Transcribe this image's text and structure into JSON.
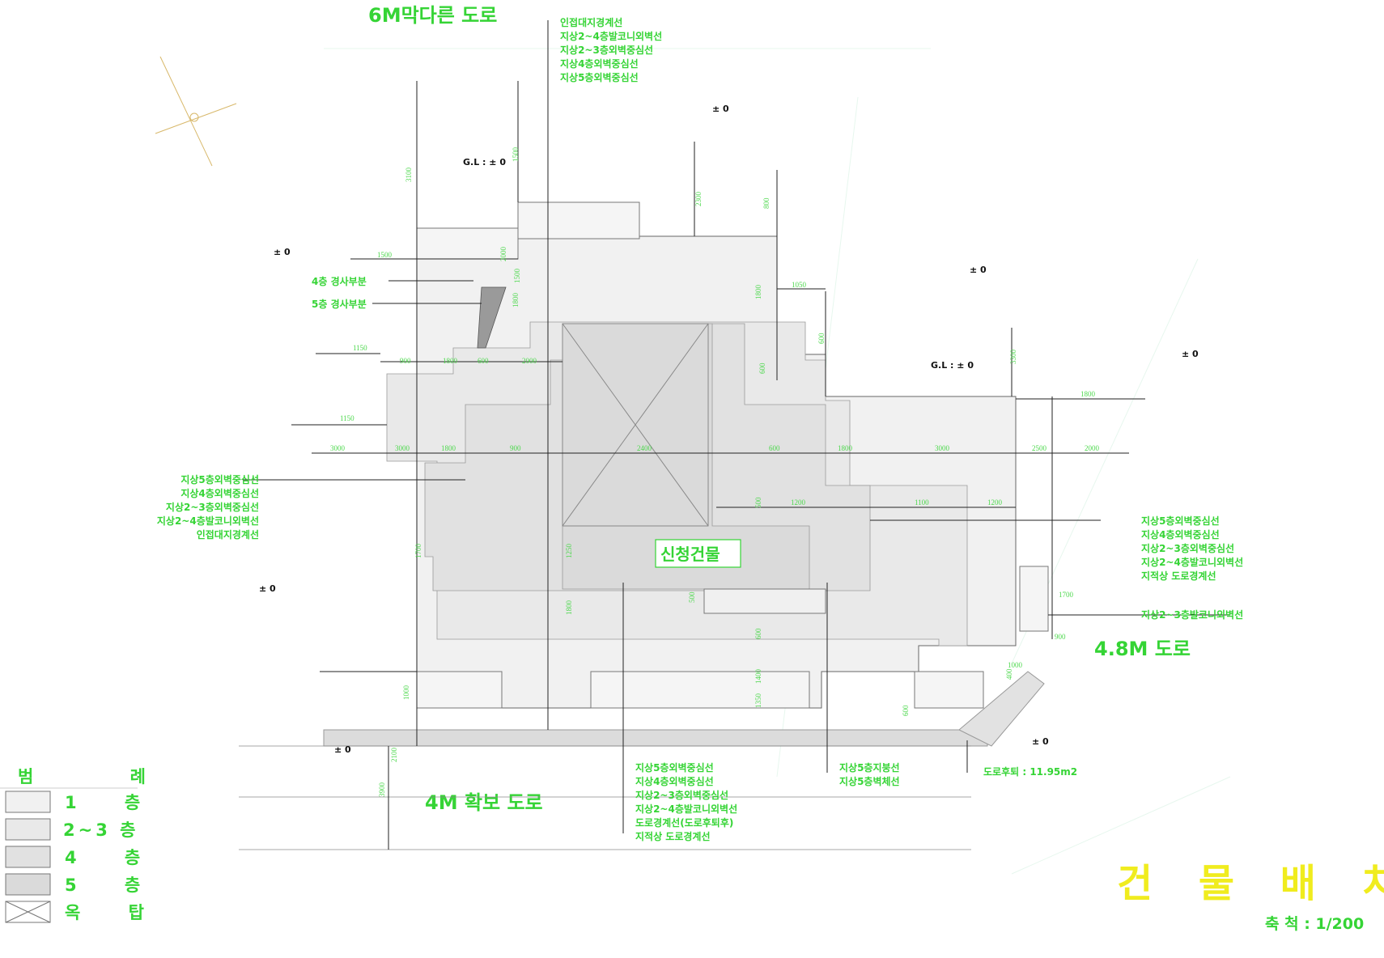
{
  "roads": {
    "north": "6M막다른 도로",
    "east": "4.8M 도로",
    "south": "4M 확보 도로"
  },
  "building_label": "신청건물",
  "title": "건 물 배 치 도",
  "scale": "축 척 : 1/200",
  "legend": {
    "heading": "범 례",
    "items": [
      {
        "label": "1 층"
      },
      {
        "label": "2~3 층"
      },
      {
        "label": "4 층"
      },
      {
        "label": "5 층"
      },
      {
        "label": "옥 탑"
      }
    ]
  },
  "level_marks": {
    "gl": "G.L : ± 0",
    "zero": "± 0"
  },
  "annotations": {
    "top": [
      "인접대지경계선",
      "지상2~4층발코니외벽선",
      "지상2~3층외벽중심선",
      "지상4층외벽중심선",
      "지상5층외벽중심선"
    ],
    "left": [
      "지상5층외벽중심선",
      "지상4층외벽중심선",
      "지상2~3층외벽중심선",
      "지상2~4층발코니외벽선",
      "인접대지경계선"
    ],
    "right": [
      "지상5층외벽중심선",
      "지상4층외벽중심선",
      "지상2~3층외벽중심선",
      "지상2~4층발코니외벽선",
      "지적상 도로경계선"
    ],
    "right_extra": "지상2~3층발코니외벽선",
    "bottom": [
      "지상5층외벽중심선",
      "지상4층외벽중심선",
      "지상2~3층외벽중심선",
      "지상2~4층발코니외벽선",
      "도로경계선(도로후퇴후)",
      "지적상 도로경계선"
    ],
    "bottom_mid": [
      "지상5층지붕선",
      "지상5층벽체선"
    ],
    "road_setback": "도로후퇴 : 11.95m2",
    "roof_upper": "4층 경사부분",
    "roof_lower": "5층 경사부분"
  },
  "dimensions": [
    "3100",
    "1500",
    "1500",
    "1150",
    "900",
    "1800",
    "600",
    "2000",
    "1150",
    "3000",
    "3000",
    "1800",
    "900",
    "2400",
    "600",
    "1800",
    "3000",
    "2500",
    "1800",
    "2000",
    "1050",
    "600",
    "2300",
    "800",
    "3300",
    "2000",
    "1500",
    "1800",
    "1800",
    "600",
    "500",
    "1200",
    "1100",
    "1200",
    "1700",
    "1250",
    "1800",
    "600",
    "1400",
    "1350",
    "1700",
    "900",
    "1000",
    "400",
    "500",
    "600",
    "1000",
    "2100",
    "3900"
  ]
}
